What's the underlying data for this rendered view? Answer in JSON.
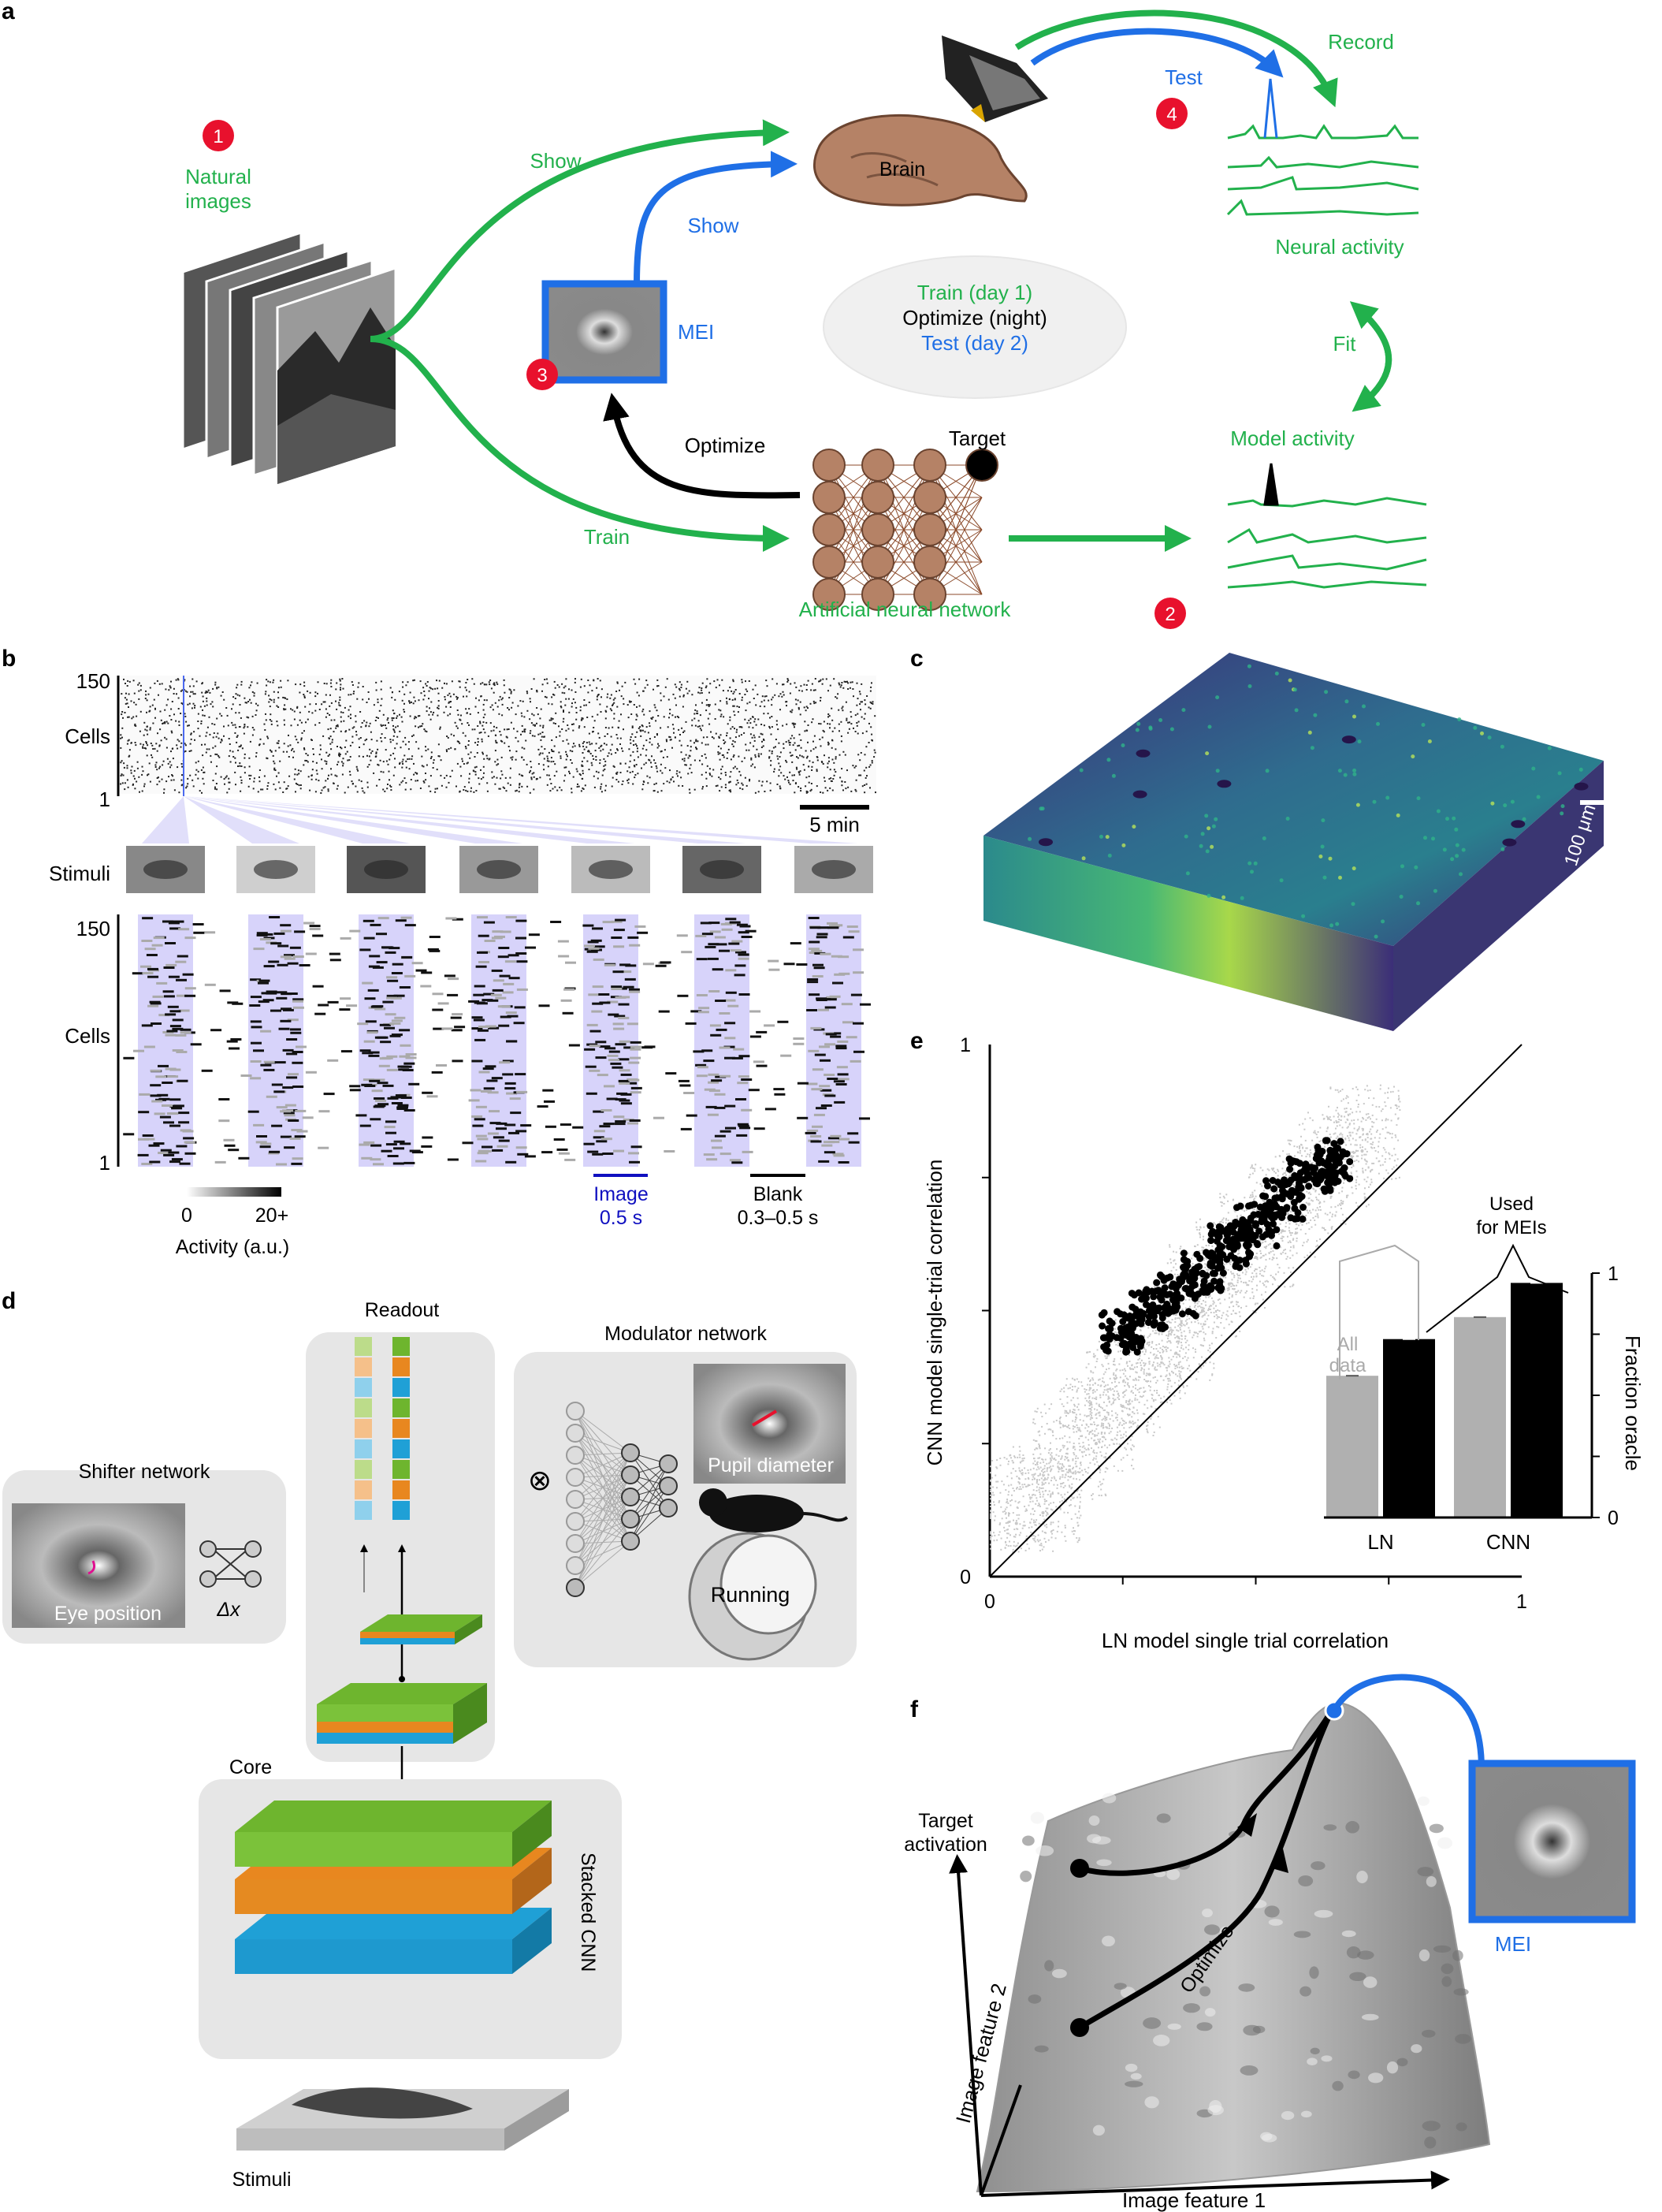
{
  "panel_labels": [
    "a",
    "b",
    "c",
    "d",
    "e",
    "f"
  ],
  "colors": {
    "green": "#22b14c",
    "blue": "#1f6fe6",
    "red": "#e8112d",
    "lavender": "#d7d3fa",
    "orange": "#e8871f",
    "cyan": "#1fa0d6",
    "lime": "#6eb52e"
  },
  "a": {
    "natural_images": [
      "Natural",
      "images"
    ],
    "show_top": "Show",
    "show_mei": "Show",
    "mei": "MEI",
    "brain": "Brain",
    "test": "Test",
    "record": "Record",
    "neural_activity": "Neural activity",
    "fit": "Fit",
    "model_activity": "Model activity",
    "optimize": "Optimize",
    "train": "Train",
    "target": "Target",
    "ann": "Artificial neural network",
    "schedule": [
      "Train (day 1)",
      "Optimize (night)",
      "Test (day 2)"
    ],
    "steps": [
      "1",
      "2",
      "3",
      "4"
    ]
  },
  "b": {
    "y_top": "150",
    "y_bottom": "1",
    "y_label": "Cells",
    "scalebar": "5 min",
    "stimuli": "Stimuli",
    "image_label": [
      "Image",
      "0.5 s"
    ],
    "blank_label": [
      "Blank",
      "0.3–0.5 s"
    ],
    "colorbar_ticks": [
      "0",
      "20+"
    ],
    "colorbar_label": "Activity (a.u.)"
  },
  "c": {
    "scalebar": "100 μm"
  },
  "d": {
    "readout": "Readout",
    "modulator": "Modulator network",
    "shifter": "Shifter network",
    "eye_position": "Eye position",
    "delta_x": "Δx",
    "pupil": "Pupil diameter",
    "running": "Running",
    "core": "Core",
    "stacked": "Stacked CNN",
    "stimuli": "Stimuli",
    "otimes": "⊗"
  },
  "e": {
    "xlabel": "LN model single trial correlation",
    "ylabel": "CNN model single-trial correlation",
    "xticks": [
      "0",
      "1"
    ],
    "yticks": [
      "0",
      "1"
    ],
    "inset_ylabel": "Fraction oracle",
    "inset_yticks": [
      "0",
      "1"
    ],
    "inset_groups": [
      "LN",
      "CNN"
    ],
    "all_data": [
      "All",
      "data"
    ],
    "used": [
      "Used",
      "for MEIs"
    ]
  },
  "f": {
    "zlabel": [
      "Target",
      "activation"
    ],
    "x1": "Image feature 1",
    "x2": "Image feature 2",
    "optimize": "Optimize",
    "mei": "MEI"
  },
  "chart_data": [
    {
      "type": "scatter",
      "xlabel": "LN model single trial correlation",
      "ylabel": "CNN model single-trial correlation",
      "xlim": [
        0,
        1
      ],
      "ylim": [
        0,
        1
      ],
      "series": [
        {
          "name": "All data",
          "color": "#c8c8c8",
          "points": [
            [
              0.05,
              0.1
            ],
            [
              0.1,
              0.12
            ],
            [
              0.15,
              0.2
            ],
            [
              0.2,
              0.25
            ],
            [
              0.25,
              0.32
            ],
            [
              0.3,
              0.38
            ],
            [
              0.35,
              0.42
            ],
            [
              0.4,
              0.5
            ],
            [
              0.45,
              0.55
            ],
            [
              0.5,
              0.6
            ],
            [
              0.55,
              0.65
            ],
            [
              0.6,
              0.7
            ],
            [
              0.65,
              0.75
            ],
            [
              0.7,
              0.8
            ]
          ]
        },
        {
          "name": "Used for MEIs",
          "color": "#000000",
          "points": [
            [
              0.25,
              0.46
            ],
            [
              0.3,
              0.5
            ],
            [
              0.35,
              0.53
            ],
            [
              0.4,
              0.57
            ],
            [
              0.45,
              0.62
            ],
            [
              0.5,
              0.66
            ],
            [
              0.55,
              0.71
            ],
            [
              0.6,
              0.75
            ],
            [
              0.65,
              0.78
            ]
          ]
        }
      ]
    },
    {
      "type": "bar",
      "ylabel": "Fraction oracle",
      "ylim": [
        0,
        1
      ],
      "categories": [
        "LN",
        "CNN"
      ],
      "series": [
        {
          "name": "All data",
          "color": "#b0b0b0",
          "values": [
            0.58,
            0.82
          ]
        },
        {
          "name": "Used for MEIs",
          "color": "#000000",
          "values": [
            0.73,
            0.96
          ]
        }
      ]
    }
  ]
}
